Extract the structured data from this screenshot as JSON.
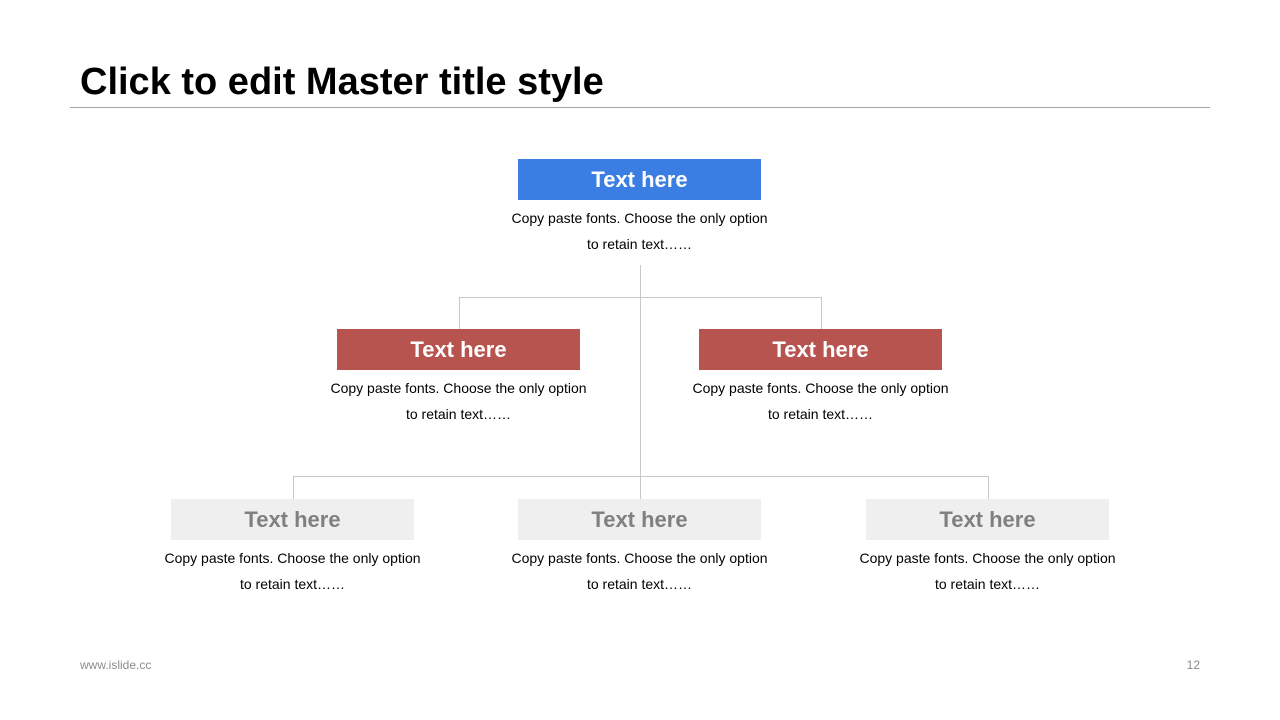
{
  "slide": {
    "title": "Click to edit Master title style",
    "footer_url": "www.islide.cc",
    "page_number": "12"
  },
  "colors": {
    "top_box": "#3b7ee3",
    "middle_box": "#b85450",
    "bottom_box": "#efefef",
    "connector": "#c8c8c8"
  },
  "hierarchy": {
    "level_1": [
      {
        "label": "Text here",
        "description": "Copy paste fonts. Choose the only option to retain text……"
      }
    ],
    "level_2": [
      {
        "label": "Text here",
        "description": "Copy paste fonts. Choose the only option to retain text……"
      },
      {
        "label": "Text here",
        "description": "Copy paste fonts. Choose the only option to retain text……"
      }
    ],
    "level_3": [
      {
        "label": "Text here",
        "description": "Copy paste fonts. Choose the only option to retain text……"
      },
      {
        "label": "Text here",
        "description": "Copy paste fonts. Choose the only option to retain text……"
      },
      {
        "label": "Text here",
        "description": "Copy paste fonts. Choose the only option to retain text……"
      }
    ]
  }
}
